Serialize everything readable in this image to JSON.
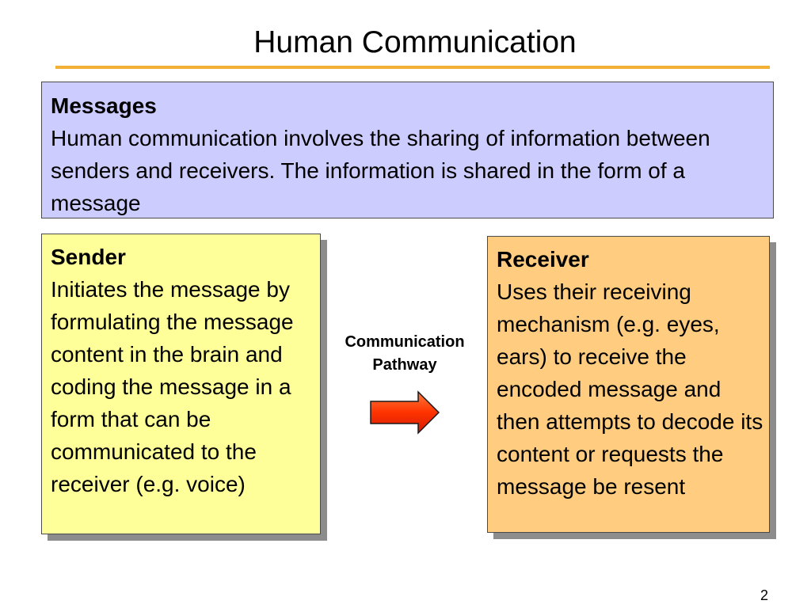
{
  "slide": {
    "title": "Human Communication",
    "page_number": "2"
  },
  "messages": {
    "heading": "Messages",
    "body": "Human communication involves the sharing of information between senders and receivers.  The information is shared in the form of a message"
  },
  "sender": {
    "heading": "Sender",
    "body": "Initiates the message by formulating the message content in the brain and coding the message in a form that can be communicated to the receiver (e.g. voice)"
  },
  "pathway": {
    "label": "Communication Pathway",
    "arrow_icon": "right-arrow-icon"
  },
  "receiver": {
    "heading": "Receiver",
    "body": "Uses their receiving mechanism (e.g. eyes, ears) to receive the encoded message and then attempts to decode its content or requests the message be resent"
  },
  "colors": {
    "title_rule": "#f2b134",
    "messages_fill": "#ccccff",
    "sender_fill": "#ffff99",
    "receiver_fill": "#ffcc80",
    "arrow_fill": "#ff3300",
    "shadow": "#8c8c8c"
  }
}
